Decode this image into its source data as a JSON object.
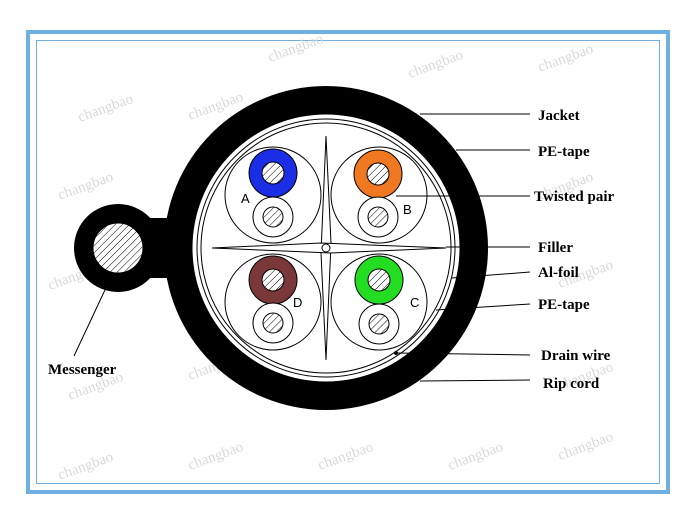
{
  "watermark": "changbao",
  "labels": {
    "jacket": "Jacket",
    "pe_tape_outer": "PE-tape",
    "twisted_pair": "Twisted pair",
    "filler": "Filler",
    "al_foil": "Al-foil",
    "pe_tape_inner": "PE-tape",
    "drain_wire": "Drain wire",
    "rip_cord": "Rip cord",
    "messenger": "Messenger"
  },
  "pairs": [
    {
      "letter": "A",
      "color": "#1a2ee6"
    },
    {
      "letter": "B",
      "color": "#f07820"
    },
    {
      "letter": "C",
      "color": "#22dd22"
    },
    {
      "letter": "D",
      "color": "#7a3838"
    }
  ],
  "colors": {
    "frame": "#6fb0e0",
    "jacket": "#000000"
  }
}
